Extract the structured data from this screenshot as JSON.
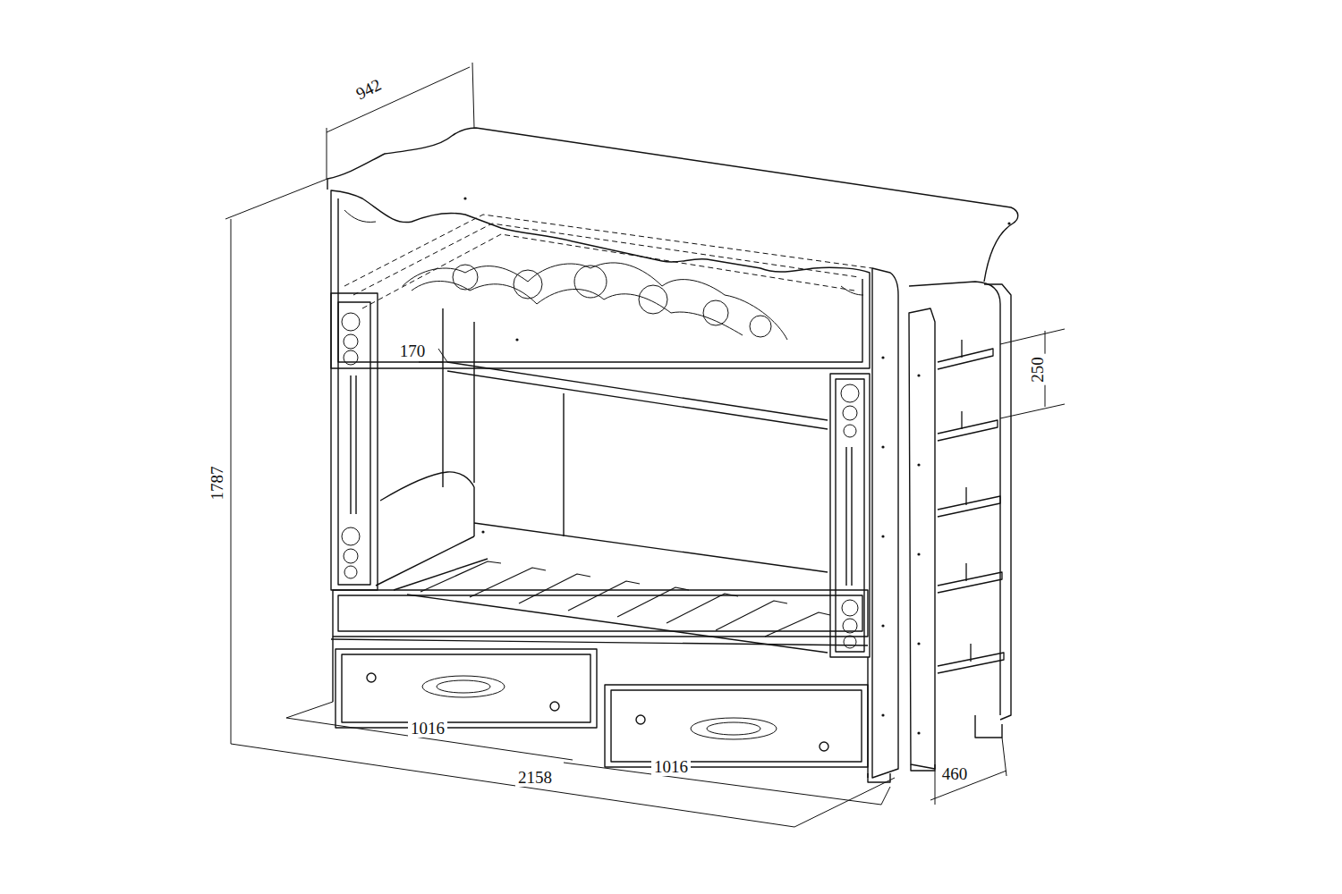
{
  "diagram": {
    "labels": [
      "942",
      "170",
      "250",
      "1787",
      "1016",
      "1016",
      "2158",
      "460"
    ]
  }
}
